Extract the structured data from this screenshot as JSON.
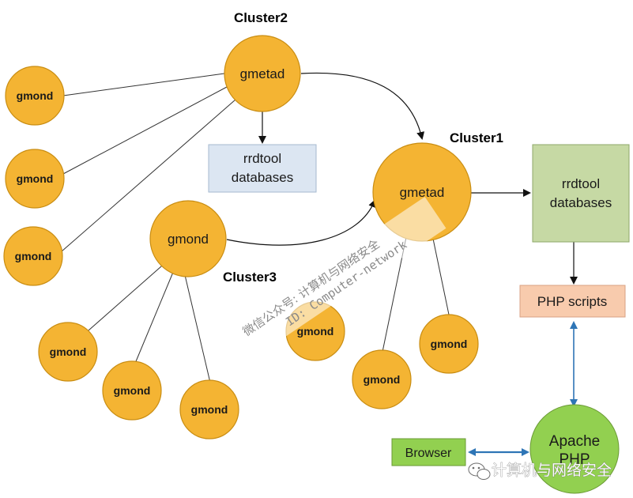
{
  "clusters": {
    "cluster2": "Cluster2",
    "cluster1": "Cluster1",
    "cluster3": "Cluster3"
  },
  "nodes": {
    "gmetad_top": "gmetad",
    "gmetad_mid": "gmetad",
    "gmond": "gmond"
  },
  "boxes": {
    "rrdtool_small_line1": "rrdtool",
    "rrdtool_small_line2": "databases",
    "rrdtool_large_line1": "rrdtool",
    "rrdtool_large_line2": "databases",
    "php_scripts": "PHP scripts",
    "browser": "Browser",
    "apache_line1": "Apache",
    "apache_line2": "PHP"
  },
  "watermark": {
    "line1": "微信公众号: 计算机与网络安全",
    "line2": "ID: Computer-network"
  },
  "footer": {
    "label": "计算机与网络安全"
  },
  "colors": {
    "node_fill": "#f4b433",
    "rrdtool_small_fill": "#dce6f2",
    "rrdtool_large_fill": "#c6d9a4",
    "php_scripts_fill": "#f8cbad",
    "browser_fill": "#92d050",
    "apache_fill": "#92d050",
    "link_blue": "#2e75b6"
  }
}
